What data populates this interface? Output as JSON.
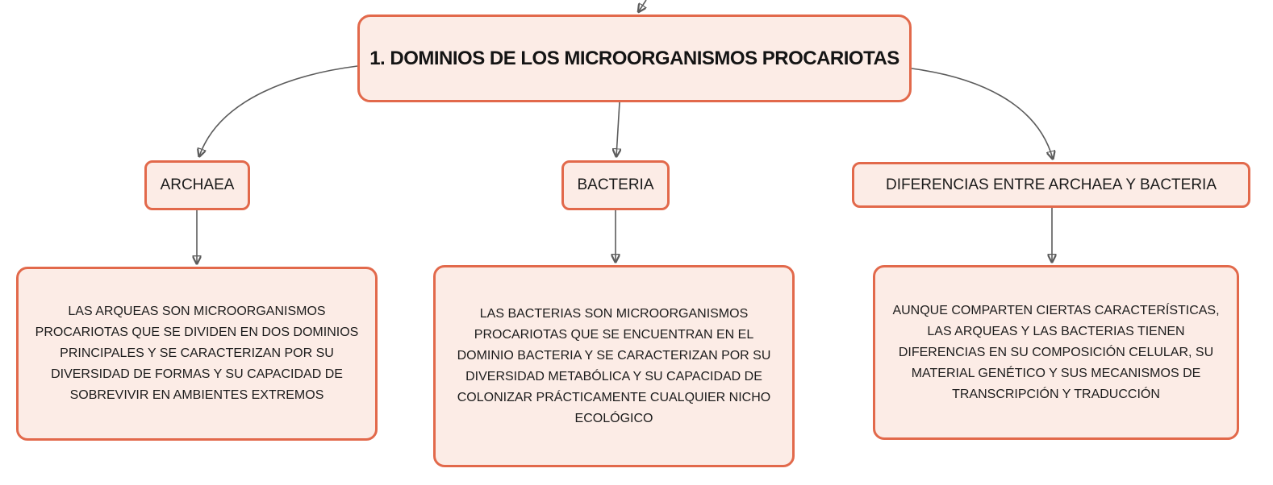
{
  "diagram": {
    "root": {
      "label": "1. DOMINIOS DE LOS MICROORGANISMOS PROCARIOTAS"
    },
    "branches": [
      {
        "topic": "ARCHAEA",
        "detail": "LAS ARQUEAS SON MICROORGANISMOS PROCARIOTAS QUE SE DIVIDEN EN DOS DOMINIOS PRINCIPALES Y SE CARACTERIZAN POR SU DIVERSIDAD DE FORMAS Y SU CAPACIDAD DE SOBREVIVIR EN AMBIENTES EXTREMOS"
      },
      {
        "topic": "BACTERIA",
        "detail": "LAS BACTERIAS SON MICROORGANISMOS PROCARIOTAS QUE SE ENCUENTRAN EN EL DOMINIO BACTERIA Y SE CARACTERIZAN POR SU DIVERSIDAD METABÓLICA Y SU CAPACIDAD DE COLONIZAR PRÁCTICAMENTE CUALQUIER NICHO ECOLÓGICO"
      },
      {
        "topic": "DIFERENCIAS ENTRE ARCHAEA Y BACTERIA",
        "detail": "AUNQUE COMPARTEN CIERTAS CARACTERÍSTICAS, LAS ARQUEAS Y LAS BACTERIAS TIENEN DIFERENCIAS EN SU COMPOSICIÓN CELULAR, SU MATERIAL GENÉTICO Y SUS MECANISMOS DE TRANSCRIPCIÓN Y TRADUCCIÓN"
      }
    ],
    "colors": {
      "node_border": "#e2694b",
      "node_fill": "#fcece6",
      "connector": "#5c5c5c",
      "text": "#1b1b1b",
      "background": "#ffffff"
    }
  }
}
